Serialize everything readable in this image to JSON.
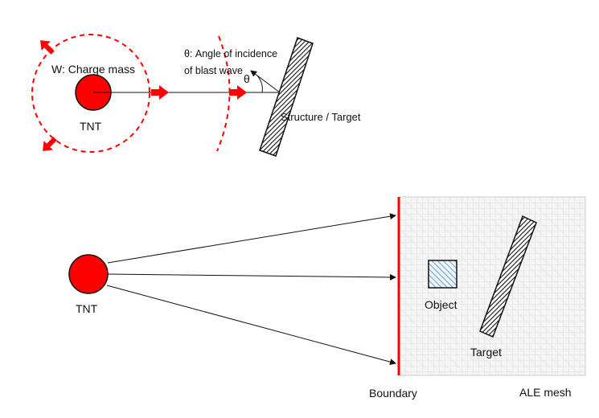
{
  "top": {
    "charge_mass_label": "W: Charge mass",
    "tnt_label": "TNT",
    "angle_label_line1": "θ: Angle of incidence",
    "angle_label_line2": "of blast wave",
    "theta_symbol": "θ",
    "structure_label": "Structure / Target"
  },
  "bottom": {
    "tnt_label": "TNT",
    "object_label": "Object",
    "target_label": "Target",
    "boundary_label": "Boundary",
    "mesh_label": "ALE mesh"
  },
  "colors": {
    "charge": "#ff0000",
    "accent_red": "#ff0000",
    "object_hatch": "#4a8ab8",
    "mesh_line": "#d9d9d9"
  }
}
